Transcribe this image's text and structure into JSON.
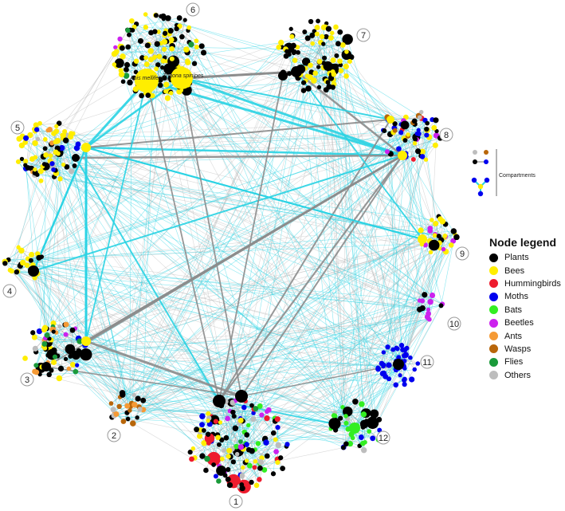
{
  "legend": {
    "title": "Node legend",
    "items": [
      {
        "key": "plants",
        "label": "Plants",
        "color": "#000000"
      },
      {
        "key": "bees",
        "label": "Bees",
        "color": "#ffee00"
      },
      {
        "key": "hummingbirds",
        "label": "Hummingbirds",
        "color": "#ee1c2e"
      },
      {
        "key": "moths",
        "label": "Moths",
        "color": "#0000ee"
      },
      {
        "key": "bats",
        "label": "Bats",
        "color": "#33ee22"
      },
      {
        "key": "beetles",
        "label": "Beetles",
        "color": "#cc22ee"
      },
      {
        "key": "ants",
        "label": "Ants",
        "color": "#f59a35"
      },
      {
        "key": "wasps",
        "label": "Wasps",
        "color": "#b8660a"
      },
      {
        "key": "flies",
        "label": "Flies",
        "color": "#1a9a3a"
      },
      {
        "key": "others",
        "label": "Others",
        "color": "#bdbdbd"
      }
    ]
  },
  "compartments_label": "Compartments",
  "species": {
    "apis": "Apis mellifera",
    "trigona": "Trigona spinipes"
  },
  "edge_colors": {
    "cyan": "#29d3e3",
    "gray": "#8c8c8c"
  },
  "compartments": [
    {
      "label": "1",
      "mix": {
        "plants": 0.42,
        "hummingbirds": 0.14,
        "bees": 0.14,
        "moths": 0.08,
        "beetles": 0.06,
        "others": 0.06,
        "bats": 0.05,
        "flies": 0.05
      }
    },
    {
      "label": "2",
      "mix": {
        "wasps": 0.55,
        "plants": 0.2,
        "others": 0.15,
        "ants": 0.1
      }
    },
    {
      "label": "3",
      "mix": {
        "plants": 0.35,
        "bees": 0.25,
        "ants": 0.12,
        "moths": 0.1,
        "flies": 0.08,
        "beetles": 0.05,
        "others": 0.05
      }
    },
    {
      "label": "4",
      "mix": {
        "bees": 0.6,
        "plants": 0.35,
        "others": 0.05
      }
    },
    {
      "label": "5",
      "mix": {
        "bees": 0.45,
        "plants": 0.33,
        "moths": 0.1,
        "ants": 0.05,
        "others": 0.07
      }
    },
    {
      "label": "6",
      "mix": {
        "plants": 0.55,
        "bees": 0.4,
        "beetles": 0.02,
        "flies": 0.03
      }
    },
    {
      "label": "7",
      "mix": {
        "plants": 0.55,
        "bees": 0.45
      }
    },
    {
      "label": "8",
      "mix": {
        "plants": 0.35,
        "bees": 0.3,
        "moths": 0.15,
        "beetles": 0.05,
        "hummingbirds": 0.05,
        "wasps": 0.05,
        "others": 0.05
      }
    },
    {
      "label": "9",
      "mix": {
        "bees": 0.55,
        "beetles": 0.25,
        "plants": 0.2
      }
    },
    {
      "label": "10",
      "mix": {
        "beetles": 0.75,
        "plants": 0.25
      }
    },
    {
      "label": "11",
      "mix": {
        "moths": 0.95,
        "plants": 0.05
      }
    },
    {
      "label": "12",
      "mix": {
        "bats": 0.5,
        "plants": 0.35,
        "moths": 0.1,
        "others": 0.05
      }
    }
  ]
}
